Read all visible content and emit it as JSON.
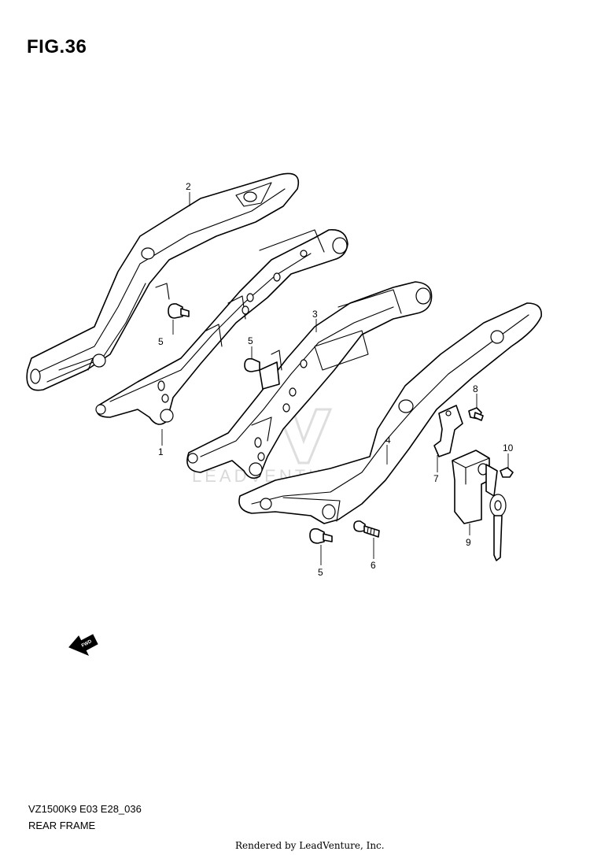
{
  "figure": {
    "title": "FIG.36",
    "model_code": "VZ1500K9 E03 E28_036",
    "section_title": "REAR FRAME",
    "credit": "Rendered by LeadVenture, Inc."
  },
  "watermark": {
    "text": "LEADVENTURE",
    "color": "#d9d9d9"
  },
  "fwd_arrow": {
    "label": "FWD"
  },
  "callouts": [
    {
      "id": "c2",
      "label": "2"
    },
    {
      "id": "c1",
      "label": "1"
    },
    {
      "id": "c5a",
      "label": "5"
    },
    {
      "id": "c5b",
      "label": "5"
    },
    {
      "id": "c3",
      "label": "3"
    },
    {
      "id": "c4",
      "label": "4"
    },
    {
      "id": "c8",
      "label": "8"
    },
    {
      "id": "c10",
      "label": "10"
    },
    {
      "id": "c7",
      "label": "7"
    },
    {
      "id": "c9",
      "label": "9"
    },
    {
      "id": "c5c",
      "label": "5"
    },
    {
      "id": "c6",
      "label": "6"
    }
  ]
}
